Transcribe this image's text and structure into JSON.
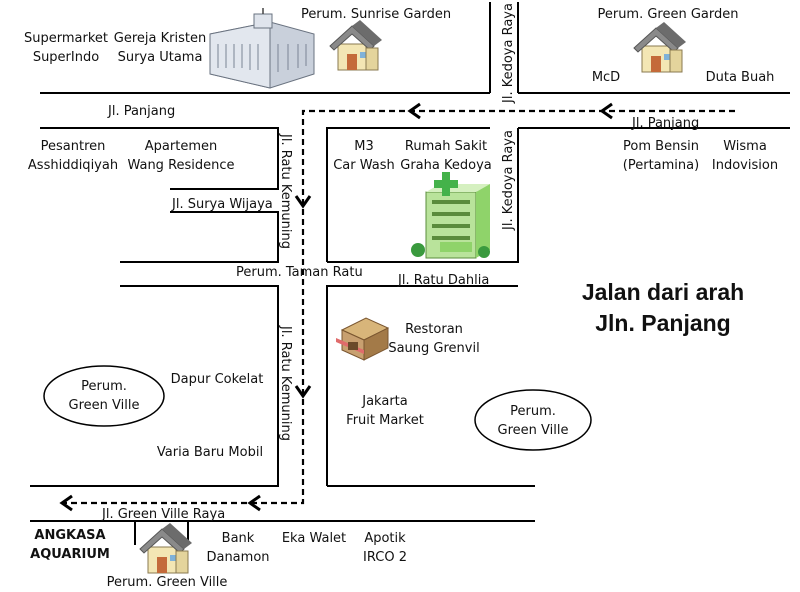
{
  "title": {
    "line1": "Jalan dari arah",
    "line2": "Jln. Panjang"
  },
  "streets": {
    "jl_panjang_left": "Jl. Panjang",
    "jl_panjang_right": "Jl. Panjang",
    "jl_kedoya_raya_top": "Jl. Kedoya Raya",
    "jl_kedoya_raya_mid": "Jl. Kedoya Raya",
    "jl_ratu_kemuning_top": "Jl. Ratu Kemuning",
    "jl_ratu_kemuning_bottom": "Jl. Ratu Kemuning",
    "jl_surya_wijaya": "Jl. Surya Wijaya",
    "perum_taman_ratu": "Perum. Taman Ratu",
    "jl_ratu_dahlia": "Jl. Ratu Dahlia",
    "jl_green_ville_raya": "Jl. Green Ville Raya"
  },
  "places": {
    "supermarket_1": "Supermarket",
    "supermarket_2": "SuperIndo",
    "gereja_1": "Gereja Kristen",
    "gereja_2": "Surya Utama",
    "sunrise_garden": "Perum. Sunrise Garden",
    "green_garden": "Perum. Green Garden",
    "mcd": "McD",
    "duta_buah": "Duta Buah",
    "pesantren_1": "Pesantren",
    "pesantren_2": "Asshiddiqiyah",
    "apartemen_1": "Apartemen",
    "apartemen_2": "Wang Residence",
    "m3_1": "M3",
    "m3_2": "Car Wash",
    "rs_1": "Rumah Sakit",
    "rs_2": "Graha Kedoya",
    "pom_1": "Pom Bensin",
    "pom_2": "(Pertamina)",
    "wisma_1": "Wisma",
    "wisma_2": "Indovision",
    "restoran_1": "Restoran",
    "restoran_2": "Saung Grenvil",
    "dapur_cokelat": "Dapur Cokelat",
    "jakarta_fm_1": "Jakarta",
    "jakarta_fm_2": "Fruit Market",
    "varia": "Varia Baru Mobil",
    "gv_left_1": "Perum.",
    "gv_left_2": "Green Ville",
    "gv_right_1": "Perum.",
    "gv_right_2": "Green Ville",
    "angkasa_1": "ANGKASA",
    "angkasa_2": "AQUARIUM",
    "gv_bottom": "Perum. Green Ville",
    "bank_1": "Bank",
    "bank_2": "Danamon",
    "eka_walet": "Eka Walet",
    "apotik_1": "Apotik",
    "apotik_2": "IRCO 2"
  },
  "icons": {
    "house": "house-icon",
    "church": "church-building-icon",
    "hospital": "hospital-building-icon",
    "restaurant": "restaurant-building-icon"
  },
  "colors": {
    "hospital_green": "#8fd36a",
    "house_roof": "#8a8a8a",
    "house_wall": "#f3e6b4",
    "restaurant_roof": "#c8a070"
  }
}
